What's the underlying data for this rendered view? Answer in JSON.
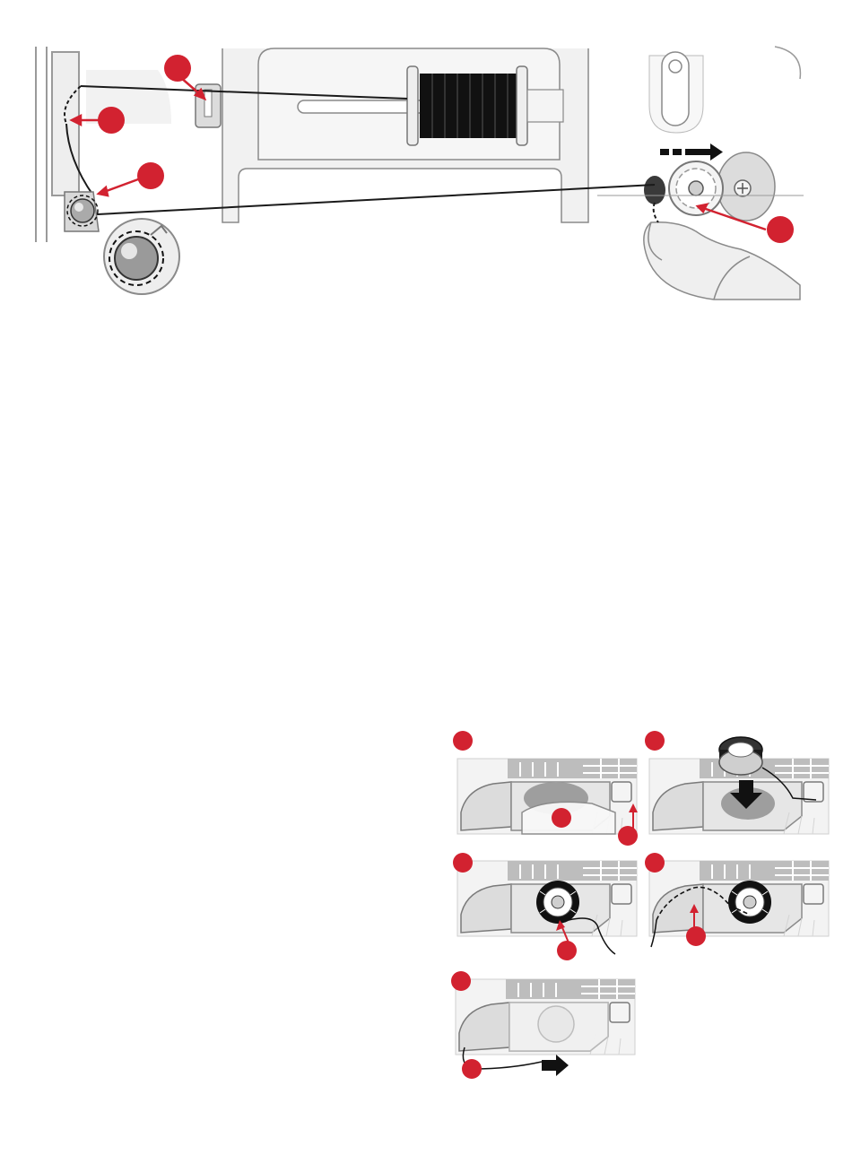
{
  "page": {
    "figures": [
      {
        "id": "bobbin-winding",
        "callouts": [
          {
            "label": "",
            "kind": "red-dot"
          },
          {
            "label": "",
            "kind": "red-dot"
          },
          {
            "label": "",
            "kind": "red-dot"
          },
          {
            "label": "",
            "kind": "red-dot"
          }
        ]
      },
      {
        "id": "bobbin-insertion-steps",
        "panels": [
          {
            "step": "",
            "callouts": 2
          },
          {
            "step": "",
            "callouts": 0
          },
          {
            "step": "",
            "callouts": 1
          },
          {
            "step": "",
            "callouts": 1
          },
          {
            "step": "",
            "callouts": 1
          }
        ]
      }
    ],
    "colors": {
      "accent_red": "#d22230",
      "line_gray": "#8a8a8a",
      "fill_gray": "#e9e9e9",
      "thread": "#1a1a1a"
    },
    "icons": [
      "spool-icon",
      "bobbin-winder-icon",
      "thread-guide-icon",
      "hand-icon",
      "arrow-right-icon",
      "bobbin-icon"
    ]
  }
}
